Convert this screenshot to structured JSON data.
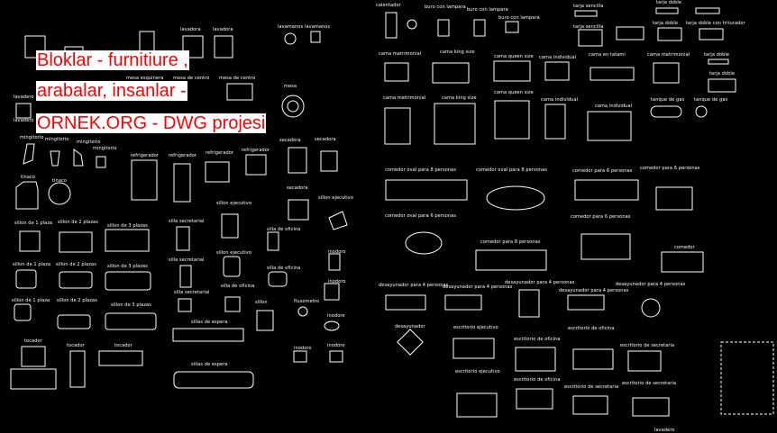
{
  "overlay_title": {
    "line1": "Bloklar - furnitiure ,",
    "line2": "arabalar, insanlar -",
    "line3": "ORNEK.ORG - DWG projesi",
    "text_color": "#ff0000",
    "background_color": "#ffffff"
  },
  "labels": [
    "lavadora",
    "lavadora",
    "lavamanos",
    "lavamanos",
    "lavadero",
    "lavadero",
    "mesa esquinera",
    "mesa de centro",
    "mesa de centro",
    "mesa",
    "mingitorio",
    "mingitorio",
    "mingitorio",
    "mingitorio",
    "refrigerador",
    "refrigerador",
    "refrigerador",
    "refrigerador",
    "secadora",
    "secadora",
    "secadora",
    "tinaco",
    "tinaco",
    "sillon de 1 plaza",
    "sillon de 2 plazas",
    "sillon de 3 plazas",
    "silla secretarial",
    "sillon ejecutivo",
    "sillon ejecutivo",
    "silla de oficina",
    "sillon de 1 plaza",
    "sillon de 2 plazas",
    "sillon de 3 plazas",
    "silla secretarial",
    "sillon ejecutivo",
    "silla de oficina",
    "inodoro",
    "silla de oficina",
    "inodoro",
    "sillon de 1 plaza",
    "sillon de 2 plazas",
    "sillon de 3 plazas",
    "silla secretarial",
    "sillon",
    "fluxometro",
    "sillas de espera",
    "sillas de espera",
    "inodoro",
    "inodoro",
    "inodoro",
    "tocador",
    "tocador",
    "tocador",
    "calentador",
    "buro con lampara",
    "buro con lampara",
    "buro con lampara",
    "tarja sencilla",
    "tarja sencilla",
    "tarja doble",
    "tarja doble",
    "tarja doble con triturador",
    "cama matrimonial",
    "cama king size",
    "cama queen size",
    "cama individual",
    "cama en tatami",
    "cama matrimonial",
    "tarja doble",
    "tarja doble",
    "cama matrimonial",
    "cama king size",
    "cama queen size",
    "cama individual",
    "cama individual",
    "tanque de gas",
    "tanque de gas",
    "comedor oval para 8 personas",
    "comedor oval para 8 personas",
    "comedor para 6 personas",
    "comedor para 6 personas",
    "comedor oval para 6 personas",
    "comedor para 6 personas",
    "comedor para 8 personas",
    "comedor",
    "desayunador para 4 personas",
    "desayunador para 4 personas",
    "desayunador para 4 personas",
    "desayunador para 4 personas",
    "desayunador para 4 personas",
    "desayunador",
    "escritorio ejecutivo",
    "escritorio de oficina",
    "escritorio de oficina",
    "escritorio de secretaria",
    "escritorio ejecutivo",
    "escritorio de oficina",
    "escritorio de secretaria",
    "escritorio de secretaria",
    "lavadero"
  ]
}
